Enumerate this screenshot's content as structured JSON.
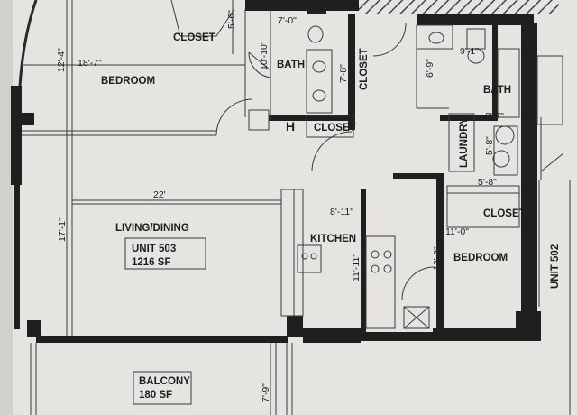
{
  "rooms": {
    "bedroom_main": "BEDROOM",
    "bath_main": "BATH",
    "bath_second": "BATH",
    "bedroom_second": "BEDROOM",
    "living_dining": "LIVING/DINING",
    "kitchen": "KITCHEN",
    "laundry": "LAUNDRY",
    "closet_top": "CLOSET",
    "closet_bath": "CLOSET",
    "closet_hall": "CLOSET",
    "closet_bedroom2": "CLOSET",
    "hvac": "H",
    "neighbor_unit": "UNIT 502"
  },
  "unit_box": {
    "name": "UNIT 503",
    "area": "1216 SF"
  },
  "balcony": {
    "name": "BALCONY",
    "area": "180 SF"
  },
  "dimensions": {
    "bedroom_width": "18'-7\"",
    "bedroom_depth": "12'-4\"",
    "bath_width": "7'-0\"",
    "bath_depth": "10'-10\"",
    "closet_depth": "7'-8\"",
    "top_closet": "5'-6\"",
    "living_width": "22'",
    "living_depth": "17'-1\"",
    "kitchen_width": "8'-11\"",
    "kitchen_depth": "11'-11\"",
    "bedroom2_width": "11'-0\"",
    "bedroom2_depth": "13'-8\"",
    "closet2_width": "5'-8\"",
    "laundry_a": "3'-7\"",
    "laundry_b": "5'-8\"",
    "bath2_a": "9'-1\"",
    "bath2_b": "6'-9\"",
    "balcony_depth": "7'-9\""
  }
}
